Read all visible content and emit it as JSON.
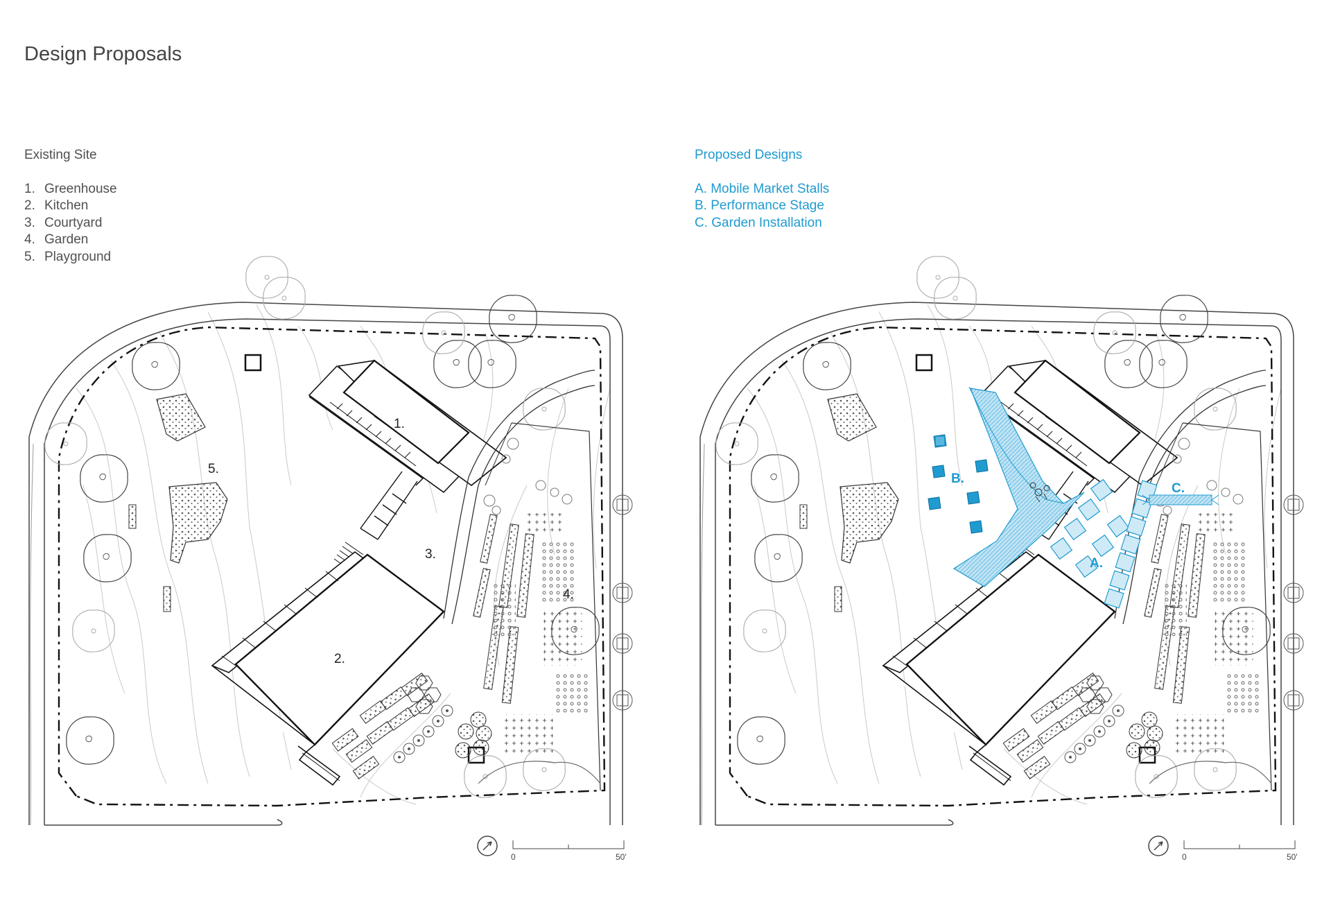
{
  "title": "Design Proposals",
  "existing": {
    "heading": "Existing Site",
    "items": [
      {
        "num": "1.",
        "label": "Greenhouse"
      },
      {
        "num": "2.",
        "label": "Kitchen"
      },
      {
        "num": "3.",
        "label": "Courtyard"
      },
      {
        "num": "4.",
        "label": "Garden"
      },
      {
        "num": "5.",
        "label": "Playground"
      }
    ]
  },
  "proposed": {
    "heading": "Proposed Designs",
    "items": [
      "A. Mobile Market Stalls",
      "B. Performance Stage",
      "C. Garden Installation"
    ]
  },
  "map_labels": {
    "greenhouse": "1.",
    "kitchen": "2.",
    "courtyard": "3.",
    "garden": "4.",
    "playground": "5.",
    "stalls": "A.",
    "stage": "B.",
    "installation": "C."
  },
  "scale": {
    "start": "0",
    "end": "50'"
  },
  "colors": {
    "accent": "#1f9bd0",
    "line": "#222222",
    "context": "#bbbbbb"
  }
}
